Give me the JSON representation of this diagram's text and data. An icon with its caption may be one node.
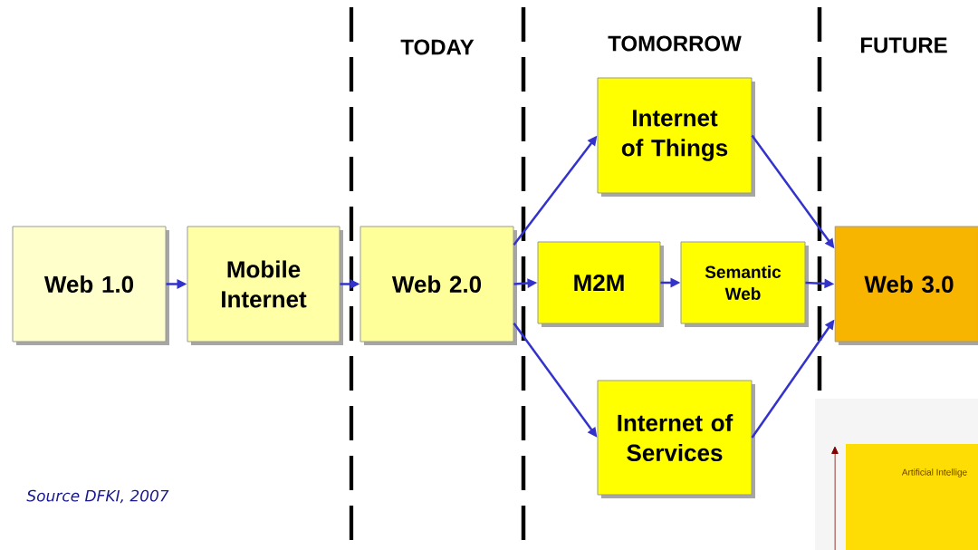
{
  "diagram": {
    "nodes": [
      {
        "text": [
          "Web 1.0"
        ]
      },
      {
        "text": [
          "Mobile Internet"
        ]
      },
      {
        "text": [
          "Web 2.0"
        ]
      },
      {
        "text": [
          "Internet of Things"
        ]
      },
      {
        "text": [
          "M2M"
        ]
      },
      {
        "text": [
          "Semantic Web"
        ]
      },
      {
        "text": [
          "Internet of Services"
        ]
      },
      {
        "text": [
          "Web 3.0"
        ]
      }
    ],
    "edges": [
      {
        "from": 0,
        "to": 1,
        "arrow": "to"
      },
      {
        "from": 1,
        "to": 2,
        "arrow": "to"
      },
      {
        "from": 2,
        "to": 3,
        "arrow": "to"
      },
      {
        "from": 2,
        "to": 4,
        "arrow": "to"
      },
      {
        "from": 2,
        "to": 6,
        "arrow": "to"
      },
      {
        "from": 4,
        "to": 5,
        "arrow": "to"
      },
      {
        "from": 5,
        "to": 7,
        "arrow": "to"
      },
      {
        "from": 3,
        "to": 7,
        "arrow": "to"
      },
      {
        "from": 6,
        "to": 7,
        "arrow": "to"
      }
    ],
    "labels": [
      "TODAY",
      "TOMORROW",
      "FUTURE",
      "Source DFKI, 2007",
      "Artificial Intellige"
    ]
  }
}
